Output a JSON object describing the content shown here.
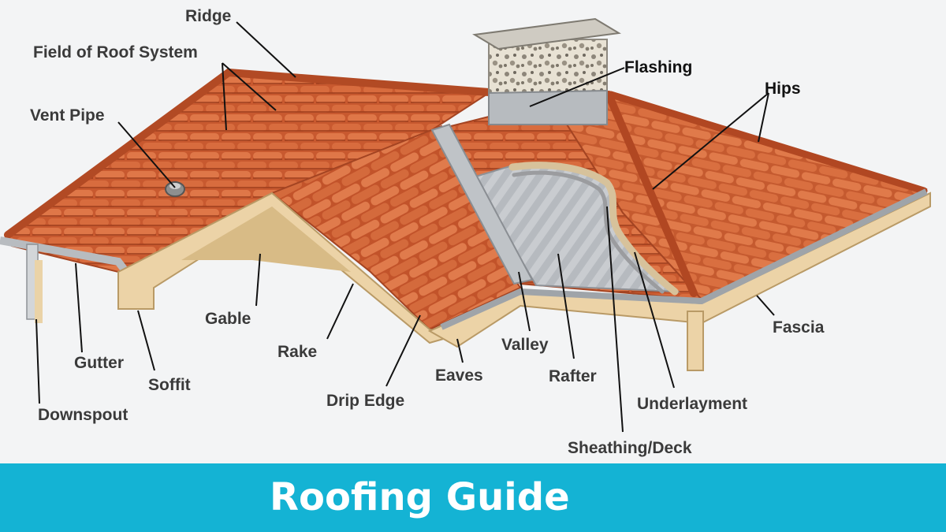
{
  "labels": {
    "ridge": "Ridge",
    "field": "Field of Roof System",
    "vent_pipe": "Vent Pipe",
    "flashing": "Flashing",
    "hips": "Hips",
    "gable": "Gable",
    "gutter": "Gutter",
    "soffit": "Soffit",
    "downspout": "Downspout",
    "rake": "Rake",
    "drip_edge": "Drip Edge",
    "eaves": "Eaves",
    "valley": "Valley",
    "rafter": "Rafter",
    "underlayment": "Underlayment",
    "sheathing": "Sheathing/Deck",
    "fascia": "Fascia"
  },
  "banner": {
    "title": "Roofing Guide"
  },
  "colors": {
    "tile": "#d2663a",
    "tile_dark": "#a94422",
    "wood": "#ecd3a7",
    "metal": "#b9bdc1",
    "banner": "#14b3d4"
  }
}
